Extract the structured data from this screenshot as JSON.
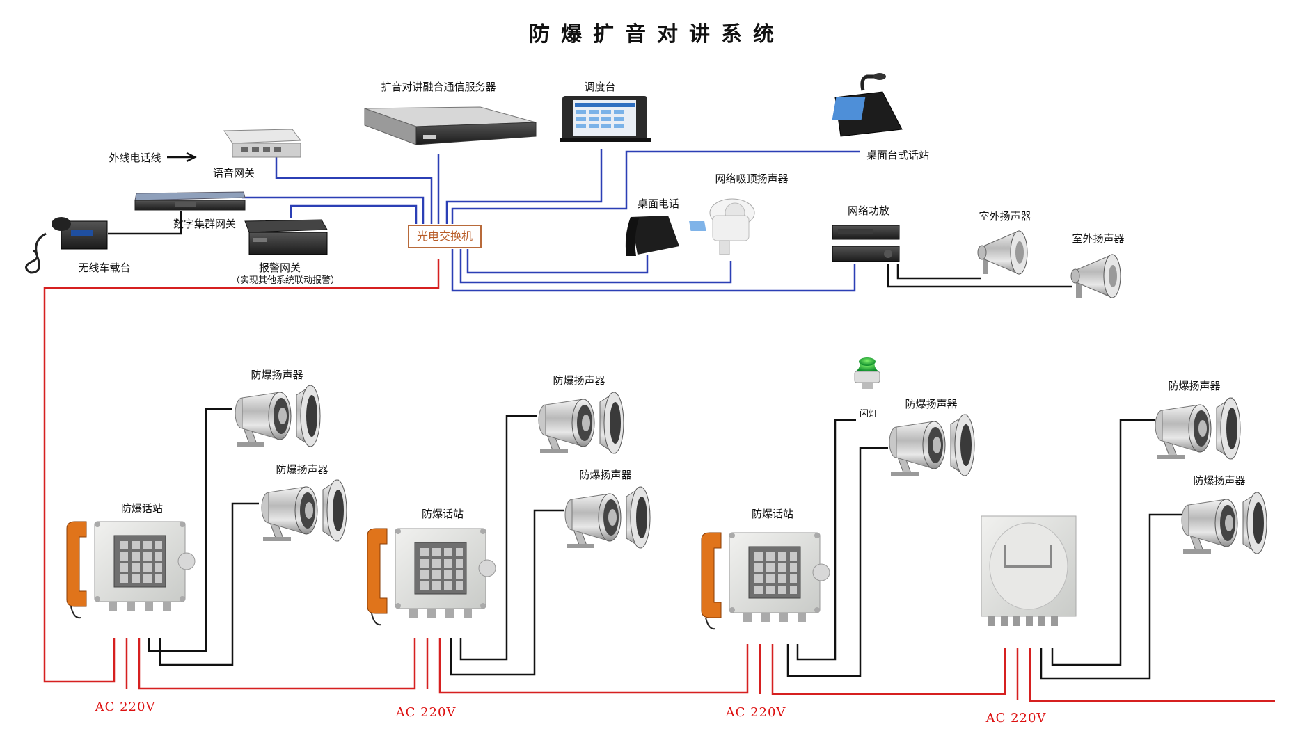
{
  "title": "防爆扩音对讲系统",
  "central": {
    "switch": "光电交换机",
    "server": "扩音对讲融合通信服务器",
    "console": "调度台",
    "desk_station": "桌面台式话站",
    "voice_gateway": "语音网关",
    "outside_line": "外线电话线",
    "trunk_gateway": "数字集群网关",
    "radio": "无线车载台",
    "alarm_gateway": "报警网关",
    "alarm_gateway_note": "（实现其他系统联动报警）",
    "desk_phone": "桌面电话",
    "ceiling_speaker": "网络吸顶扬声器",
    "amplifier": "网络功放",
    "outdoor_speaker_1": "室外扬声器",
    "outdoor_speaker_2": "室外扬声器"
  },
  "field": {
    "ex_speaker": "防爆扬声器",
    "ex_station": "防爆话站",
    "flash_light": "闪灯",
    "power": "AC  220V"
  },
  "colors": {
    "network": "#2b3fb5",
    "power": "#d62020",
    "signal": "#111111"
  }
}
